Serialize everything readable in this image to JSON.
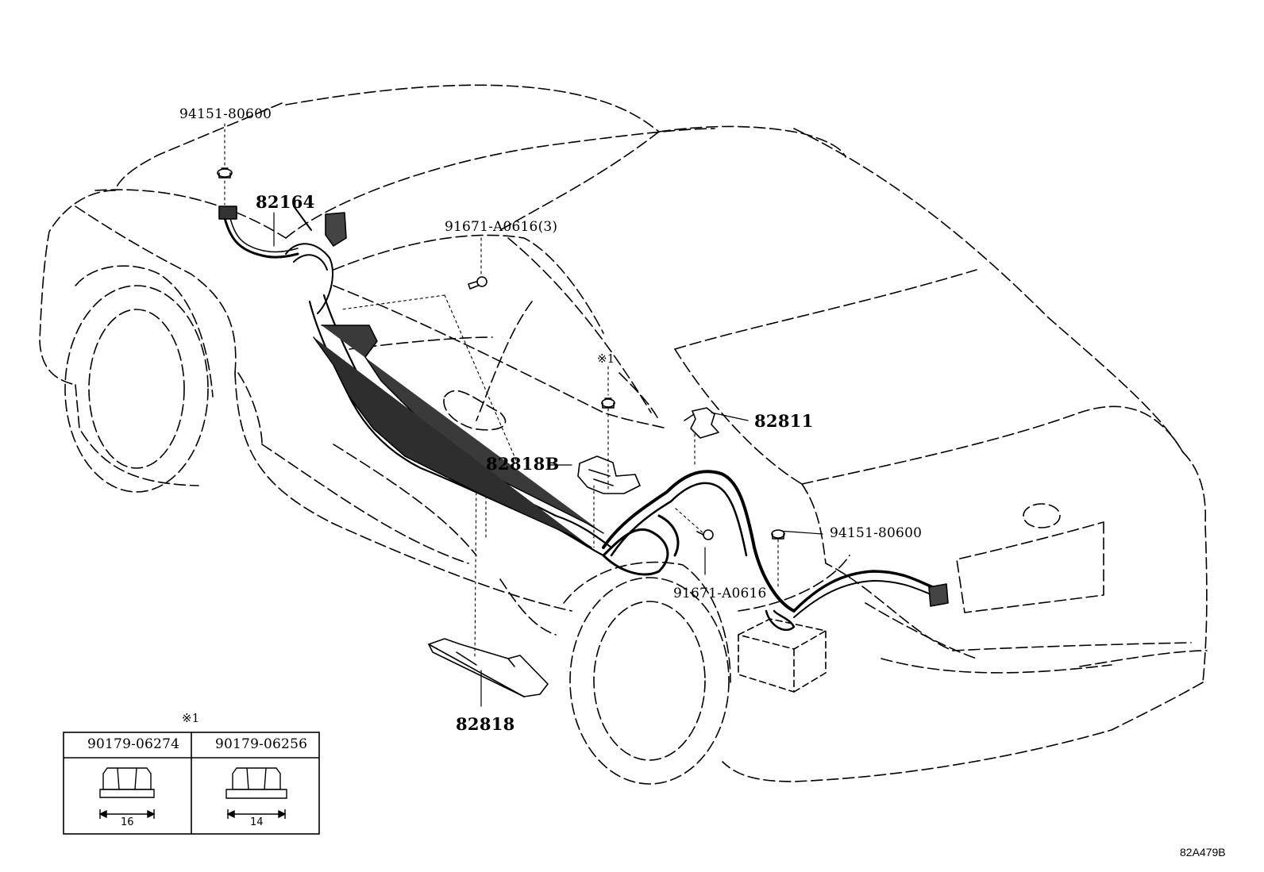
{
  "callouts": {
    "clip_front_left": "94151-80600",
    "wire_82164": "82164",
    "bolt_91671_3": "91671-A0616(3)",
    "note_mark_upper": "※1",
    "wire_82811": "82811",
    "wire_82818B": "82818B",
    "clip_rear": "94151-80600",
    "bolt_91671": "91671-A0616",
    "wire_82818": "82818"
  },
  "inset_table": {
    "mark": "※1",
    "columns": [
      {
        "part_no": "90179-06274",
        "size": "16"
      },
      {
        "part_no": "90179-06256",
        "size": "14"
      }
    ]
  },
  "figure_code": "82A479B"
}
